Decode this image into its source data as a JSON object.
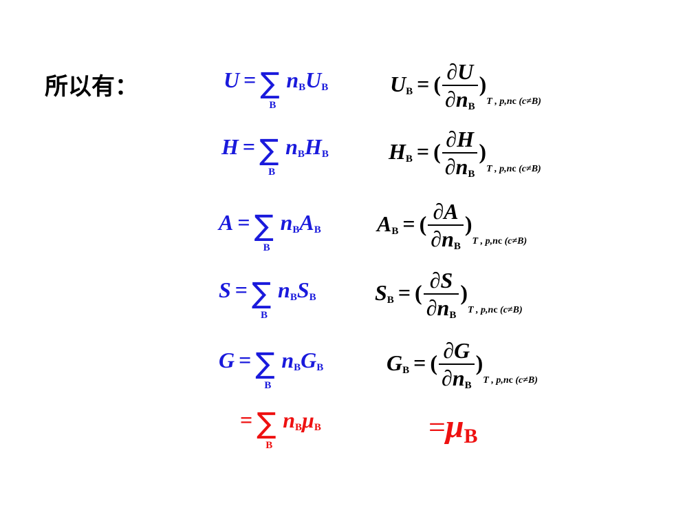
{
  "heading": "所以有：",
  "sum_index": "B",
  "rows": [
    {
      "symbol": "U",
      "sum_lhs": "U",
      "n": "n",
      "n_sub": "B",
      "partial_num": "∂U",
      "partial_den": "∂n",
      "condition": "T , p,n",
      "condition_sub": "c",
      "condition_tail": "(c≠B)"
    },
    {
      "symbol": "H",
      "sum_lhs": "H",
      "n": "n",
      "n_sub": "B",
      "partial_num": "∂H",
      "partial_den": "∂n",
      "condition": "T , p,n",
      "condition_sub": "c",
      "condition_tail": "(c≠B)"
    },
    {
      "symbol": "A",
      "sum_lhs": "A",
      "n": "n",
      "n_sub": "B",
      "partial_num": "∂A",
      "partial_den": "∂n",
      "condition": "T , p,n",
      "condition_sub": "c",
      "condition_tail": "(c≠B)"
    },
    {
      "symbol": "S",
      "sum_lhs": "S",
      "n": "n",
      "n_sub": "B",
      "partial_num": "∂S",
      "partial_den": "∂n",
      "condition": "T , p,n",
      "condition_sub": "c",
      "condition_tail": "(c≠B)"
    },
    {
      "symbol": "G",
      "sum_lhs": "G",
      "n": "n",
      "n_sub": "B",
      "partial_num": "∂G",
      "partial_den": "∂n",
      "condition": "T , p,n",
      "condition_sub": "c",
      "condition_tail": "(c≠B)"
    }
  ],
  "final": {
    "equals": "=",
    "n": "n",
    "n_sub": "B",
    "mu": "μ",
    "mu_sub": "B"
  },
  "symbols": {
    "equals": "=",
    "sigma": "∑",
    "open_paren": "(",
    "close_paren": ")",
    "sub_B": "B"
  },
  "colors": {
    "blue": "#1a1adc",
    "black": "#000000",
    "red": "#ee1111"
  }
}
